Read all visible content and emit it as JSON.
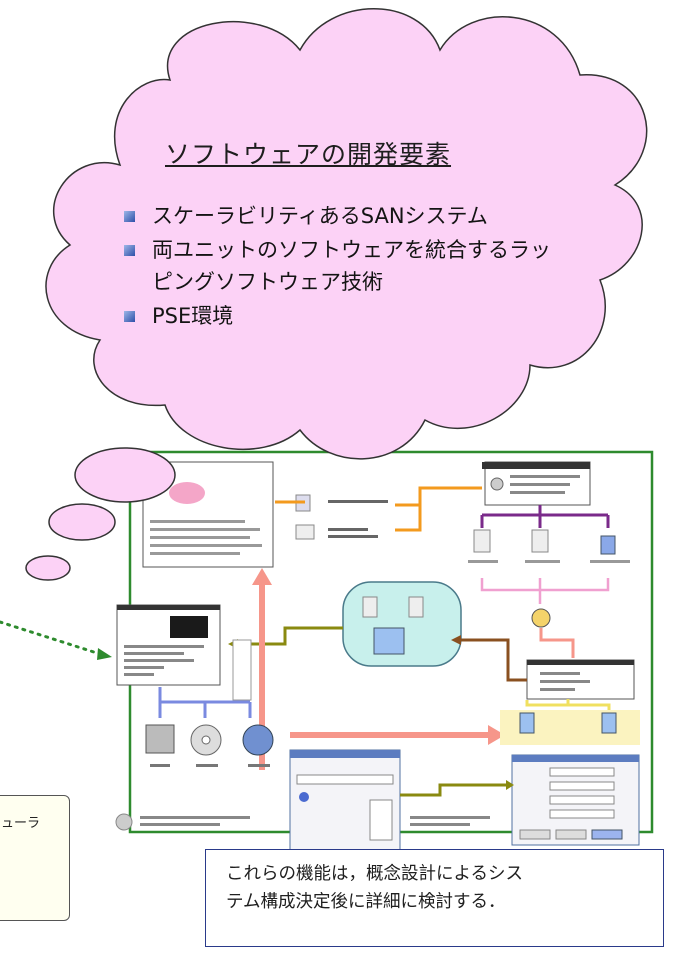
{
  "cloud": {
    "title": "ソフトウェアの開発要素",
    "bullets": [
      "スケーラビリティあるSANシステム",
      "両ユニットのソフトウェアを統合するラッピングソフトウェア技術",
      "PSE環境"
    ],
    "fill_color": "#fcd2f6",
    "border_color": "#333333"
  },
  "left_note": {
    "text": "ューラ"
  },
  "bottom_note": {
    "lines": [
      "これらの機能は，概念設計によるシス",
      "テム構成決定後に詳細に検討する．"
    ],
    "border_color": "#2a3a8a"
  },
  "diagram": {
    "frame_color": "#2e8b2e",
    "arrow_colors": {
      "orange": "#f39a1e",
      "purple": "#7a2a8a",
      "pink": "#f0a0d0",
      "salmon": "#f6968a",
      "olive": "#8a8a10",
      "brown": "#8a5020",
      "blue": "#7a8ae0",
      "green_dotted": "#2e8b2e"
    },
    "icons": [
      "monitor-icon",
      "camera-icon",
      "cd-icon",
      "globe-icon",
      "document-icon",
      "database-icon",
      "clock-icon",
      "server-icon",
      "pig-icon",
      "gear-icon"
    ]
  }
}
